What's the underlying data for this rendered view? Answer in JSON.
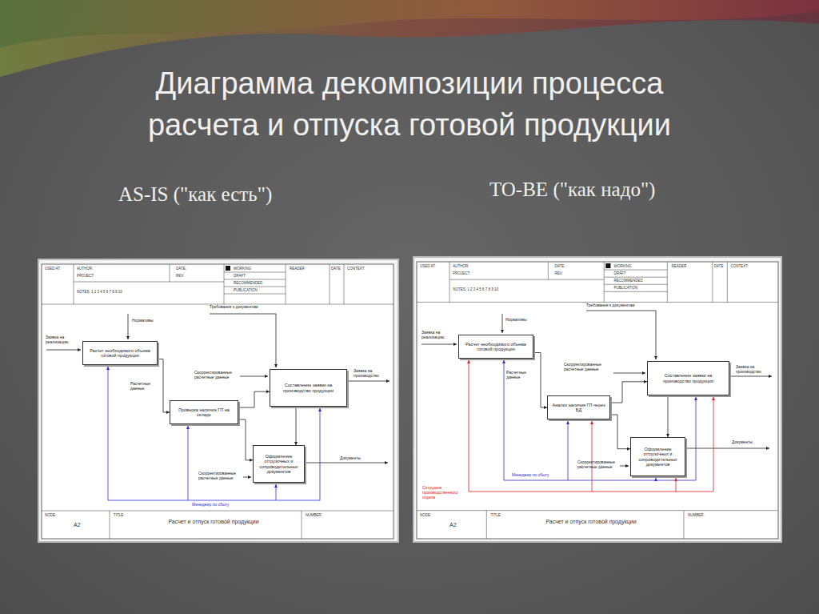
{
  "diagram": {
    "title": "Диаграмма декомпозиции процесса расчета и отпуска готовой продукции",
    "nodes": [
      {
        "text": [
          "Расчет необходимого объема готовой продукции"
        ]
      },
      {
        "text": [
          "Проверка наличия ГП на складе"
        ]
      },
      {
        "text": [
          "Составление заявки на производство продукции"
        ]
      },
      {
        "text": [
          "Оформление отгрузочных и сопроводительных документов"
        ]
      },
      {
        "text": [
          "Расчет необходимого объема готовой продукции"
        ]
      },
      {
        "text": [
          "Анализ наличия ГП через БД"
        ]
      },
      {
        "text": [
          "Составление заявки на производство продукции"
        ]
      },
      {
        "text": [
          "Оформление отгрузочных и сопроводительных документов"
        ]
      }
    ],
    "edges": [
      {
        "from": 0,
        "to": 1,
        "arrow": "to",
        "label": "Расчетные данные"
      },
      {
        "from": 1,
        "to": 2,
        "arrow": "to"
      },
      {
        "from": 1,
        "to": 3,
        "arrow": "to"
      },
      {
        "from": 2,
        "to": 3,
        "arrow": "to"
      },
      {
        "from": 4,
        "to": 5,
        "arrow": "to",
        "label": "Расчетные данные"
      },
      {
        "from": 5,
        "to": 6,
        "arrow": "to"
      },
      {
        "from": 5,
        "to": 7,
        "arrow": "to"
      },
      {
        "from": 6,
        "to": 7,
        "arrow": "to"
      }
    ],
    "labels": [
      "AS-IS (\"как есть\")",
      "TO-BE (\"как надо\")",
      "USED AT:",
      "AUTHOR:",
      "PROJECT:",
      "NOTES: 1 2 3 4 5 6 7 8 9 10",
      "DATE:",
      "REV:",
      "WORKING",
      "DRAFT",
      "RECOMMENDED",
      "PUBLICATION",
      "READER",
      "DATE",
      "CONTEXT:",
      "NODE:",
      "TITLE:",
      "NUMBER:",
      "A2",
      "Расчет и отпуск готовой продукции",
      "Заявка на реализацию",
      "Нормативы",
      "Требования к документам",
      "Скорректированные расчетные данные",
      "Скорректированные расчетные данные",
      "Заявка на производство",
      "Документы",
      "Менеджер по сбыту",
      "USED AT:",
      "AUTHOR:",
      "PROJECT:",
      "NOTES: 1 2 3 4 5 6 7 8 9 10",
      "DATE:",
      "REV:",
      "WORKING",
      "DRAFT",
      "RECOMMENDED",
      "PUBLICATION",
      "READER",
      "DATE",
      "CONTEXT:",
      "NODE:",
      "TITLE:",
      "NUMBER:",
      "A2",
      "Расчет и отпуск готовой продукции",
      "Заявка на реализацию",
      "Нормативы",
      "Требования к документам",
      "Скорректированные расчетные данные",
      "Скорректированные расчетные данные",
      "Заявка на производство",
      "Документы",
      "Менеджер по сбыту",
      "Сотрудник производственного отдела"
    ]
  }
}
